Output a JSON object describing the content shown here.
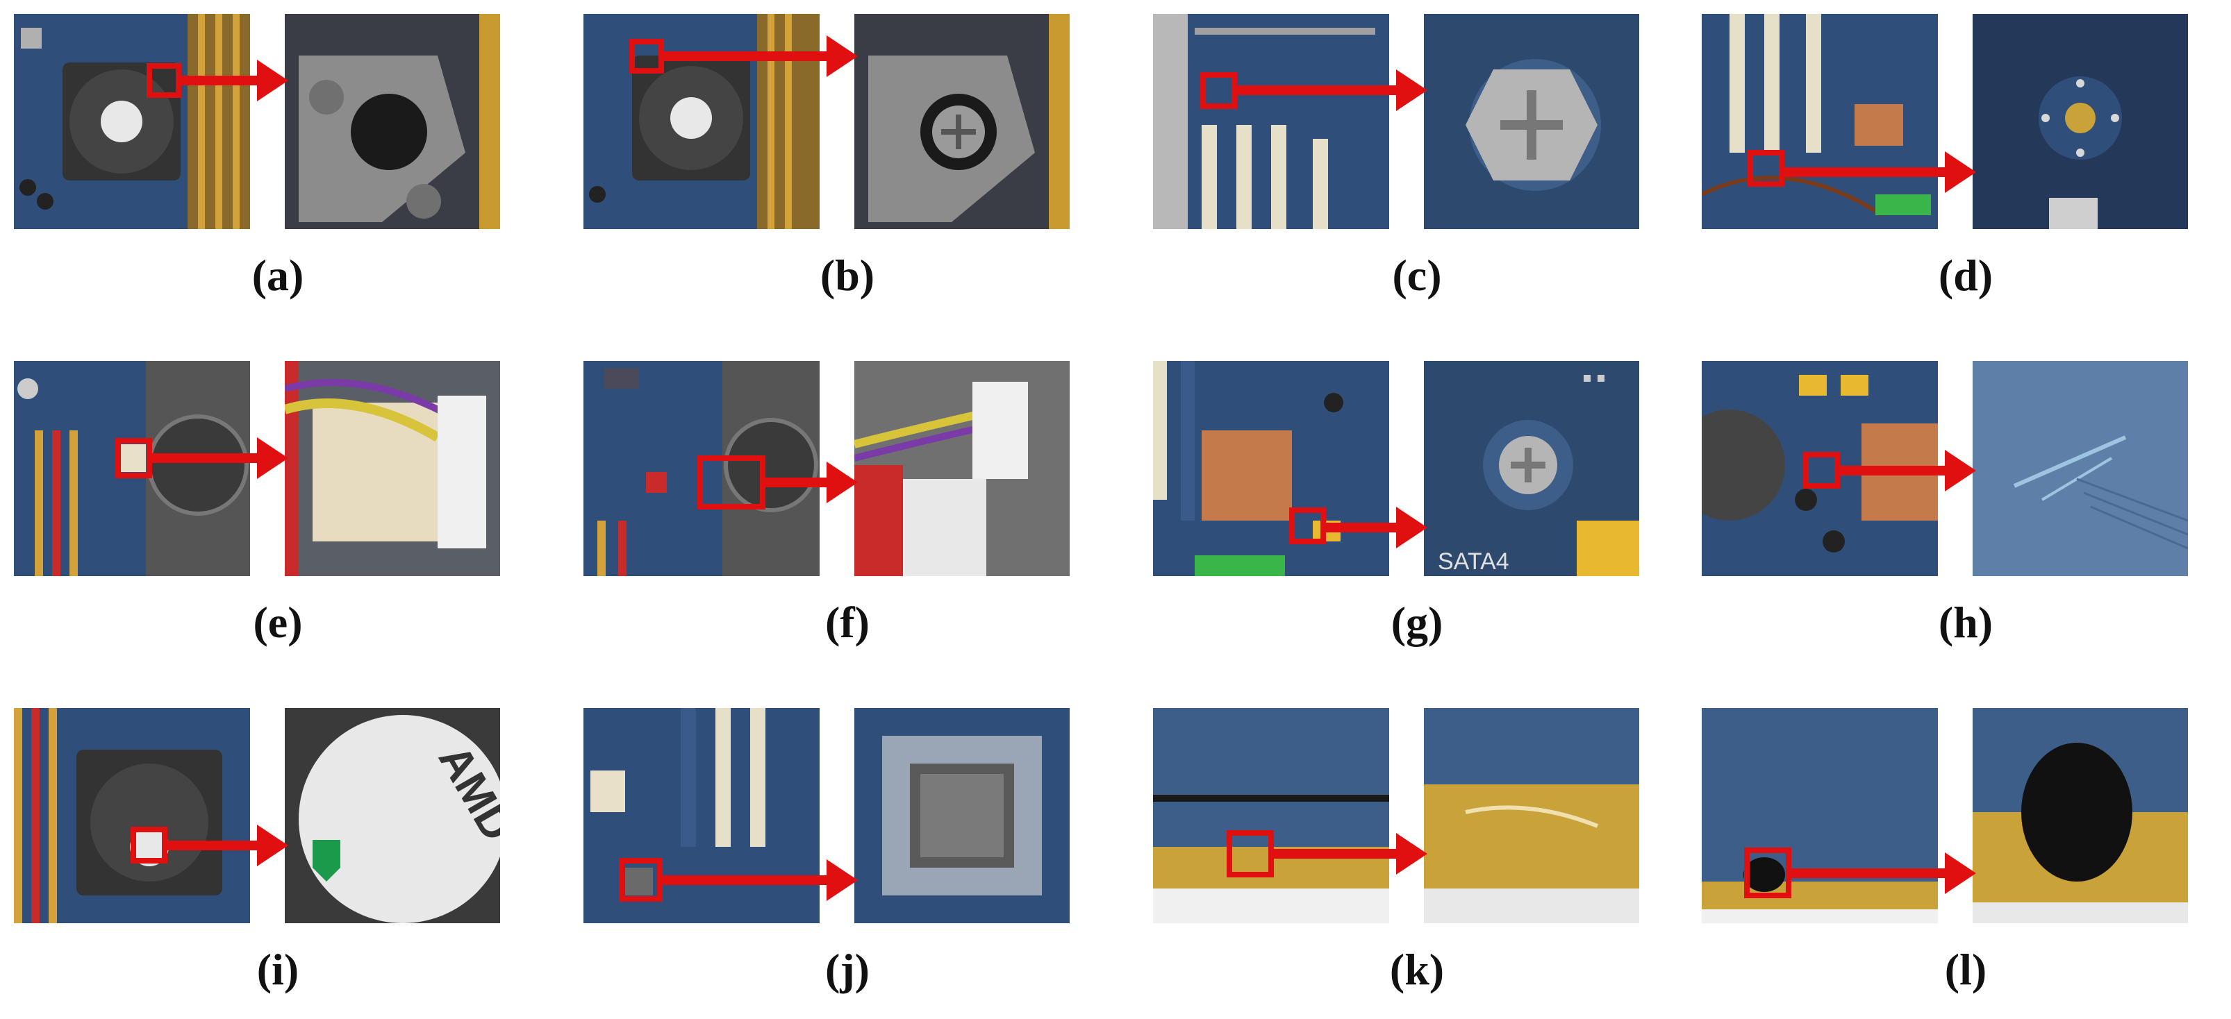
{
  "panels": [
    {
      "label": "(a)",
      "scene": "motherboard with CPU cooler",
      "zoom_scene": "empty screw hole"
    },
    {
      "label": "(b)",
      "scene": "motherboard with CPU cooler",
      "zoom_scene": "screw in hole"
    },
    {
      "label": "(c)",
      "scene": "motherboard with PCI slots",
      "zoom_scene": "silver screw"
    },
    {
      "label": "(d)",
      "scene": "motherboard with PCI slots and cables",
      "zoom_scene": "standoff without screw"
    },
    {
      "label": "(e)",
      "scene": "motherboard with fan and RAM slots",
      "zoom_scene": "fan connector plugged"
    },
    {
      "label": "(f)",
      "scene": "motherboard with fan and RAM slots",
      "zoom_scene": "fan connector unplugged"
    },
    {
      "label": "(g)",
      "scene": "motherboard with copper heatsink",
      "zoom_scene": "screw near SATA port"
    },
    {
      "label": "(h)",
      "scene": "motherboard with copper heatsink",
      "zoom_scene": "scratched board surface"
    },
    {
      "label": "(i)",
      "scene": "motherboard with CPU cooler",
      "zoom_scene": "AMD sticker on fan"
    },
    {
      "label": "(j)",
      "scene": "motherboard with PCI slots",
      "zoom_scene": "chip with damaged surface"
    },
    {
      "label": "(k)",
      "scene": "graphics card gold fingers",
      "zoom_scene": "gold finger contacts"
    },
    {
      "label": "(l)",
      "scene": "graphics card gold fingers",
      "zoom_scene": "black residue on contacts"
    }
  ],
  "sticker_text": "AMD",
  "zoom_text_g": "SATA4",
  "colors": {
    "board": "#2f4f7a",
    "board_dark": "#1e3352",
    "highlight": "#e01010",
    "gold": "#c9a23a",
    "copper": "#c47a4a",
    "label": "#111111"
  }
}
